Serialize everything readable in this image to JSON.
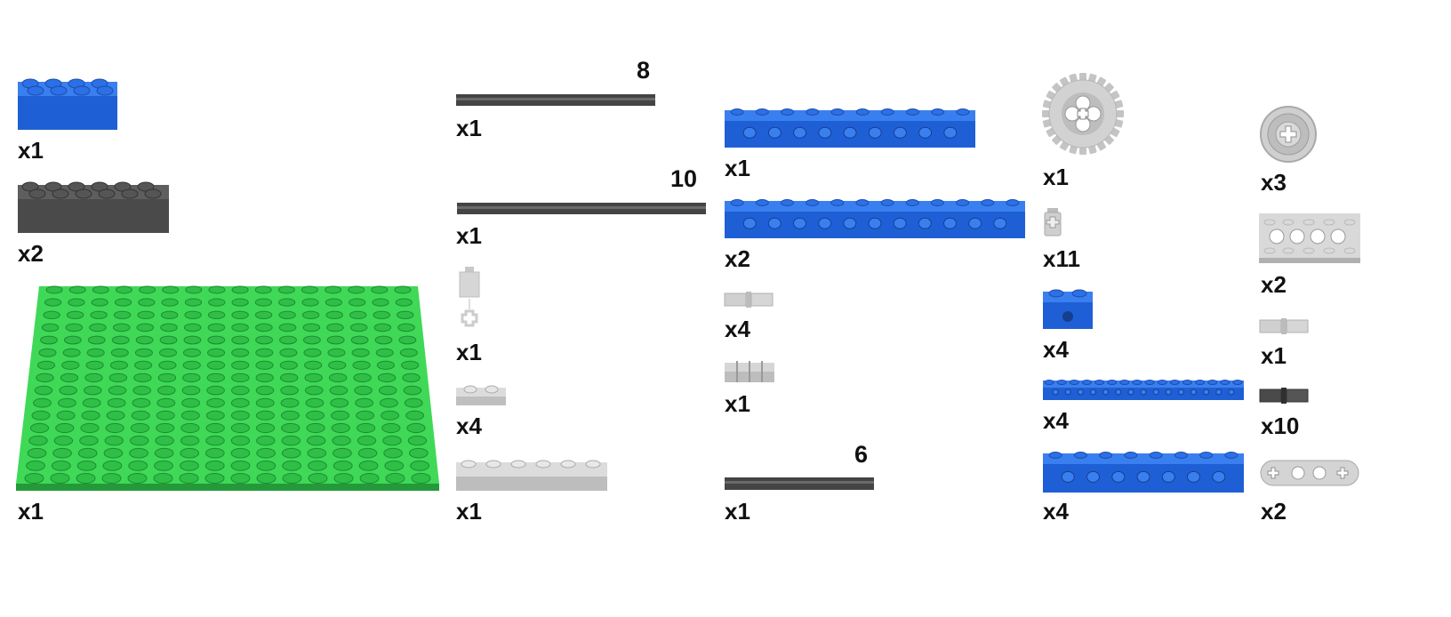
{
  "colors": {
    "blue": "#1f5fd6",
    "blue_top": "#3a7ff0",
    "green": "#2fbf46",
    "green_top": "#3fd957",
    "dark_gray": "#4a4a4a",
    "light_gray": "#cfcfcf",
    "axle": "#444444"
  },
  "columns": {
    "col1": [
      {
        "part_icon": "blue-brick-2x4-icon",
        "qty": "x1"
      },
      {
        "part_icon": "dark-gray-brick-2x6-icon",
        "qty": "x2"
      },
      {
        "part_icon": "green-baseplate-icon",
        "qty": "x1"
      }
    ],
    "col2": [
      {
        "part_icon": "axle-8-icon",
        "length": "8",
        "qty": "x1"
      },
      {
        "part_icon": "axle-10-icon",
        "length": "10",
        "qty": "x1"
      },
      {
        "part_icon": "axle-joiner-icon",
        "qty": "x1"
      },
      {
        "part_icon": "light-gray-plate-1x2-icon",
        "qty": "x4"
      },
      {
        "part_icon": "light-gray-plate-1x6-icon",
        "qty": "x1"
      }
    ],
    "col3": [
      {
        "part_icon": "blue-technic-beam-10-icon",
        "qty": "x1"
      },
      {
        "part_icon": "blue-technic-beam-12-icon",
        "qty": "x2"
      },
      {
        "part_icon": "technic-pin-icon",
        "qty": "x4"
      },
      {
        "part_icon": "technic-pin-long-icon",
        "qty": "x1"
      },
      {
        "part_icon": "axle-6-icon",
        "length": "6",
        "qty": "x1"
      }
    ],
    "col4": [
      {
        "part_icon": "gear-24-icon",
        "qty": "x1"
      },
      {
        "part_icon": "bushing-icon",
        "qty": "x11"
      },
      {
        "part_icon": "blue-technic-brick-1x2-icon",
        "qty": "x4"
      },
      {
        "part_icon": "blue-technic-plate-16-icon",
        "qty": "x4"
      },
      {
        "part_icon": "blue-technic-beam-8-icon",
        "qty": "x4"
      }
    ],
    "col5": [
      {
        "part_icon": "pulley-wheel-icon",
        "qty": "x3"
      },
      {
        "part_icon": "light-gray-technic-plate-2x4-icon",
        "qty": "x2"
      },
      {
        "part_icon": "light-gray-pin-icon",
        "qty": "x1"
      },
      {
        "part_icon": "dark-gray-pin-icon",
        "qty": "x10"
      },
      {
        "part_icon": "light-gray-liftarm-icon",
        "qty": "x2"
      }
    ]
  }
}
